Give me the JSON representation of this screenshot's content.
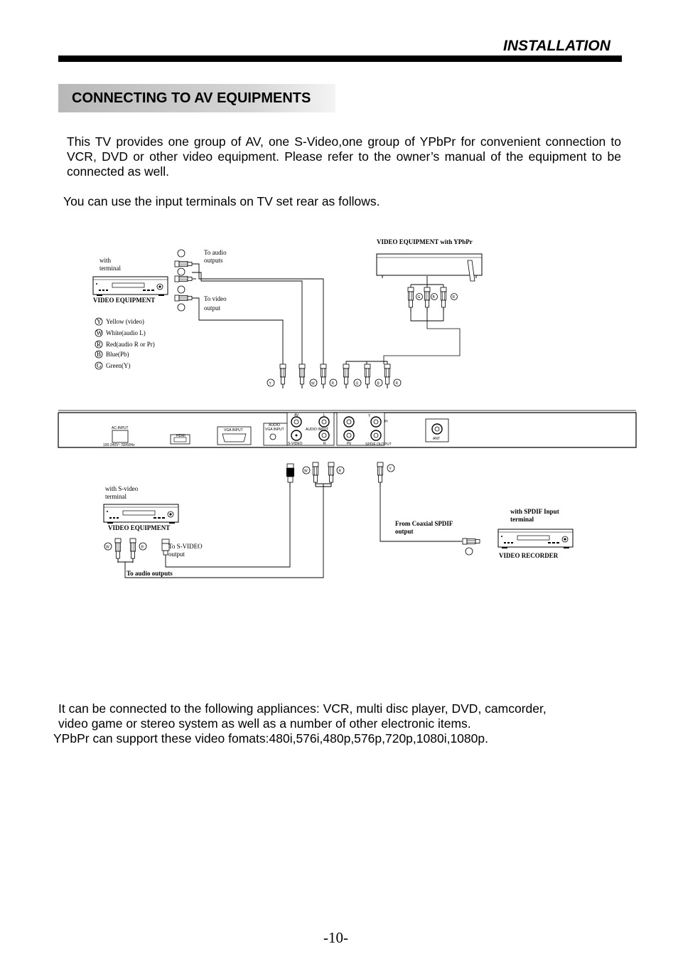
{
  "header": {
    "section": "INSTALLATION",
    "page_number": "-10-"
  },
  "title": "CONNECTING TO AV EQUIPMENTS",
  "intro": "This TV provides one group of AV, one S-Video,one group of YPbPr for convenient connection to VCR, DVD or other video equipment. Please refer to the owner’s manual of the equipment to be connected as well.",
  "terminals_line": "You can use the input terminals on TV set rear as follows.",
  "diagram": {
    "top_left": {
      "caption1": "with",
      "caption2": "terminal",
      "device": "VIDEO EQUIPMENT",
      "audio_label1": "To audio",
      "audio_label2": "outputs",
      "video_label1": "To video",
      "video_label2": "output"
    },
    "legend": [
      {
        "key": "Y",
        "text": "Yellow (video)"
      },
      {
        "key": "W",
        "text": "White(audio L)"
      },
      {
        "key": "R",
        "text": "Red(audio R or Pr)"
      },
      {
        "key": "B",
        "text": "Blue(Pb)"
      },
      {
        "key": "G",
        "text": "Green(Y)"
      }
    ],
    "top_right": {
      "device": "VIDEO EQUIPMENT with YPbPr"
    },
    "panel": {
      "ac_input": "AC-INPUT",
      "ac_rating": "100-240V~ 50/60Hz",
      "hdmi": "HDMI",
      "vga": "VGA INPUT",
      "audio": "AUDIO",
      "vga_input": "VGA INPUT",
      "av": "AV",
      "svideo": "S-VIDEO",
      "audio_input": "AUDIO INPUT",
      "l": "L",
      "r": "R",
      "y": "Y",
      "pb": "Pb",
      "pr": "Pr",
      "spdif": "SPDIF OUTPUT",
      "ant": "ANT"
    },
    "bottom_left": {
      "caption1": "with S-video",
      "caption2": "terminal",
      "device": "VIDEO EQUIPMENT",
      "svideo_label1": "To S-VIDEO",
      "svideo_label2": "output",
      "audio_label": "To audio outputs"
    },
    "bottom_right": {
      "from1": "From Coaxial SPDIF",
      "from2": "output",
      "caption1": "with SPDIF Input",
      "caption2": "terminal",
      "device": "VIDEO RECORDER"
    },
    "letters": {
      "y": "Y",
      "w": "W",
      "r": "R",
      "b": "B",
      "g": "G"
    }
  },
  "appliances_1": "It can be connected to the following appliances: VCR, multi disc player, DVD, camcorder,",
  "appliances_2": "video game or stereo system as well as a number of other electronic items.",
  "formats": "YPbPr can support these video fomats:480i,576i,480p,576p,720p,1080i,1080p."
}
